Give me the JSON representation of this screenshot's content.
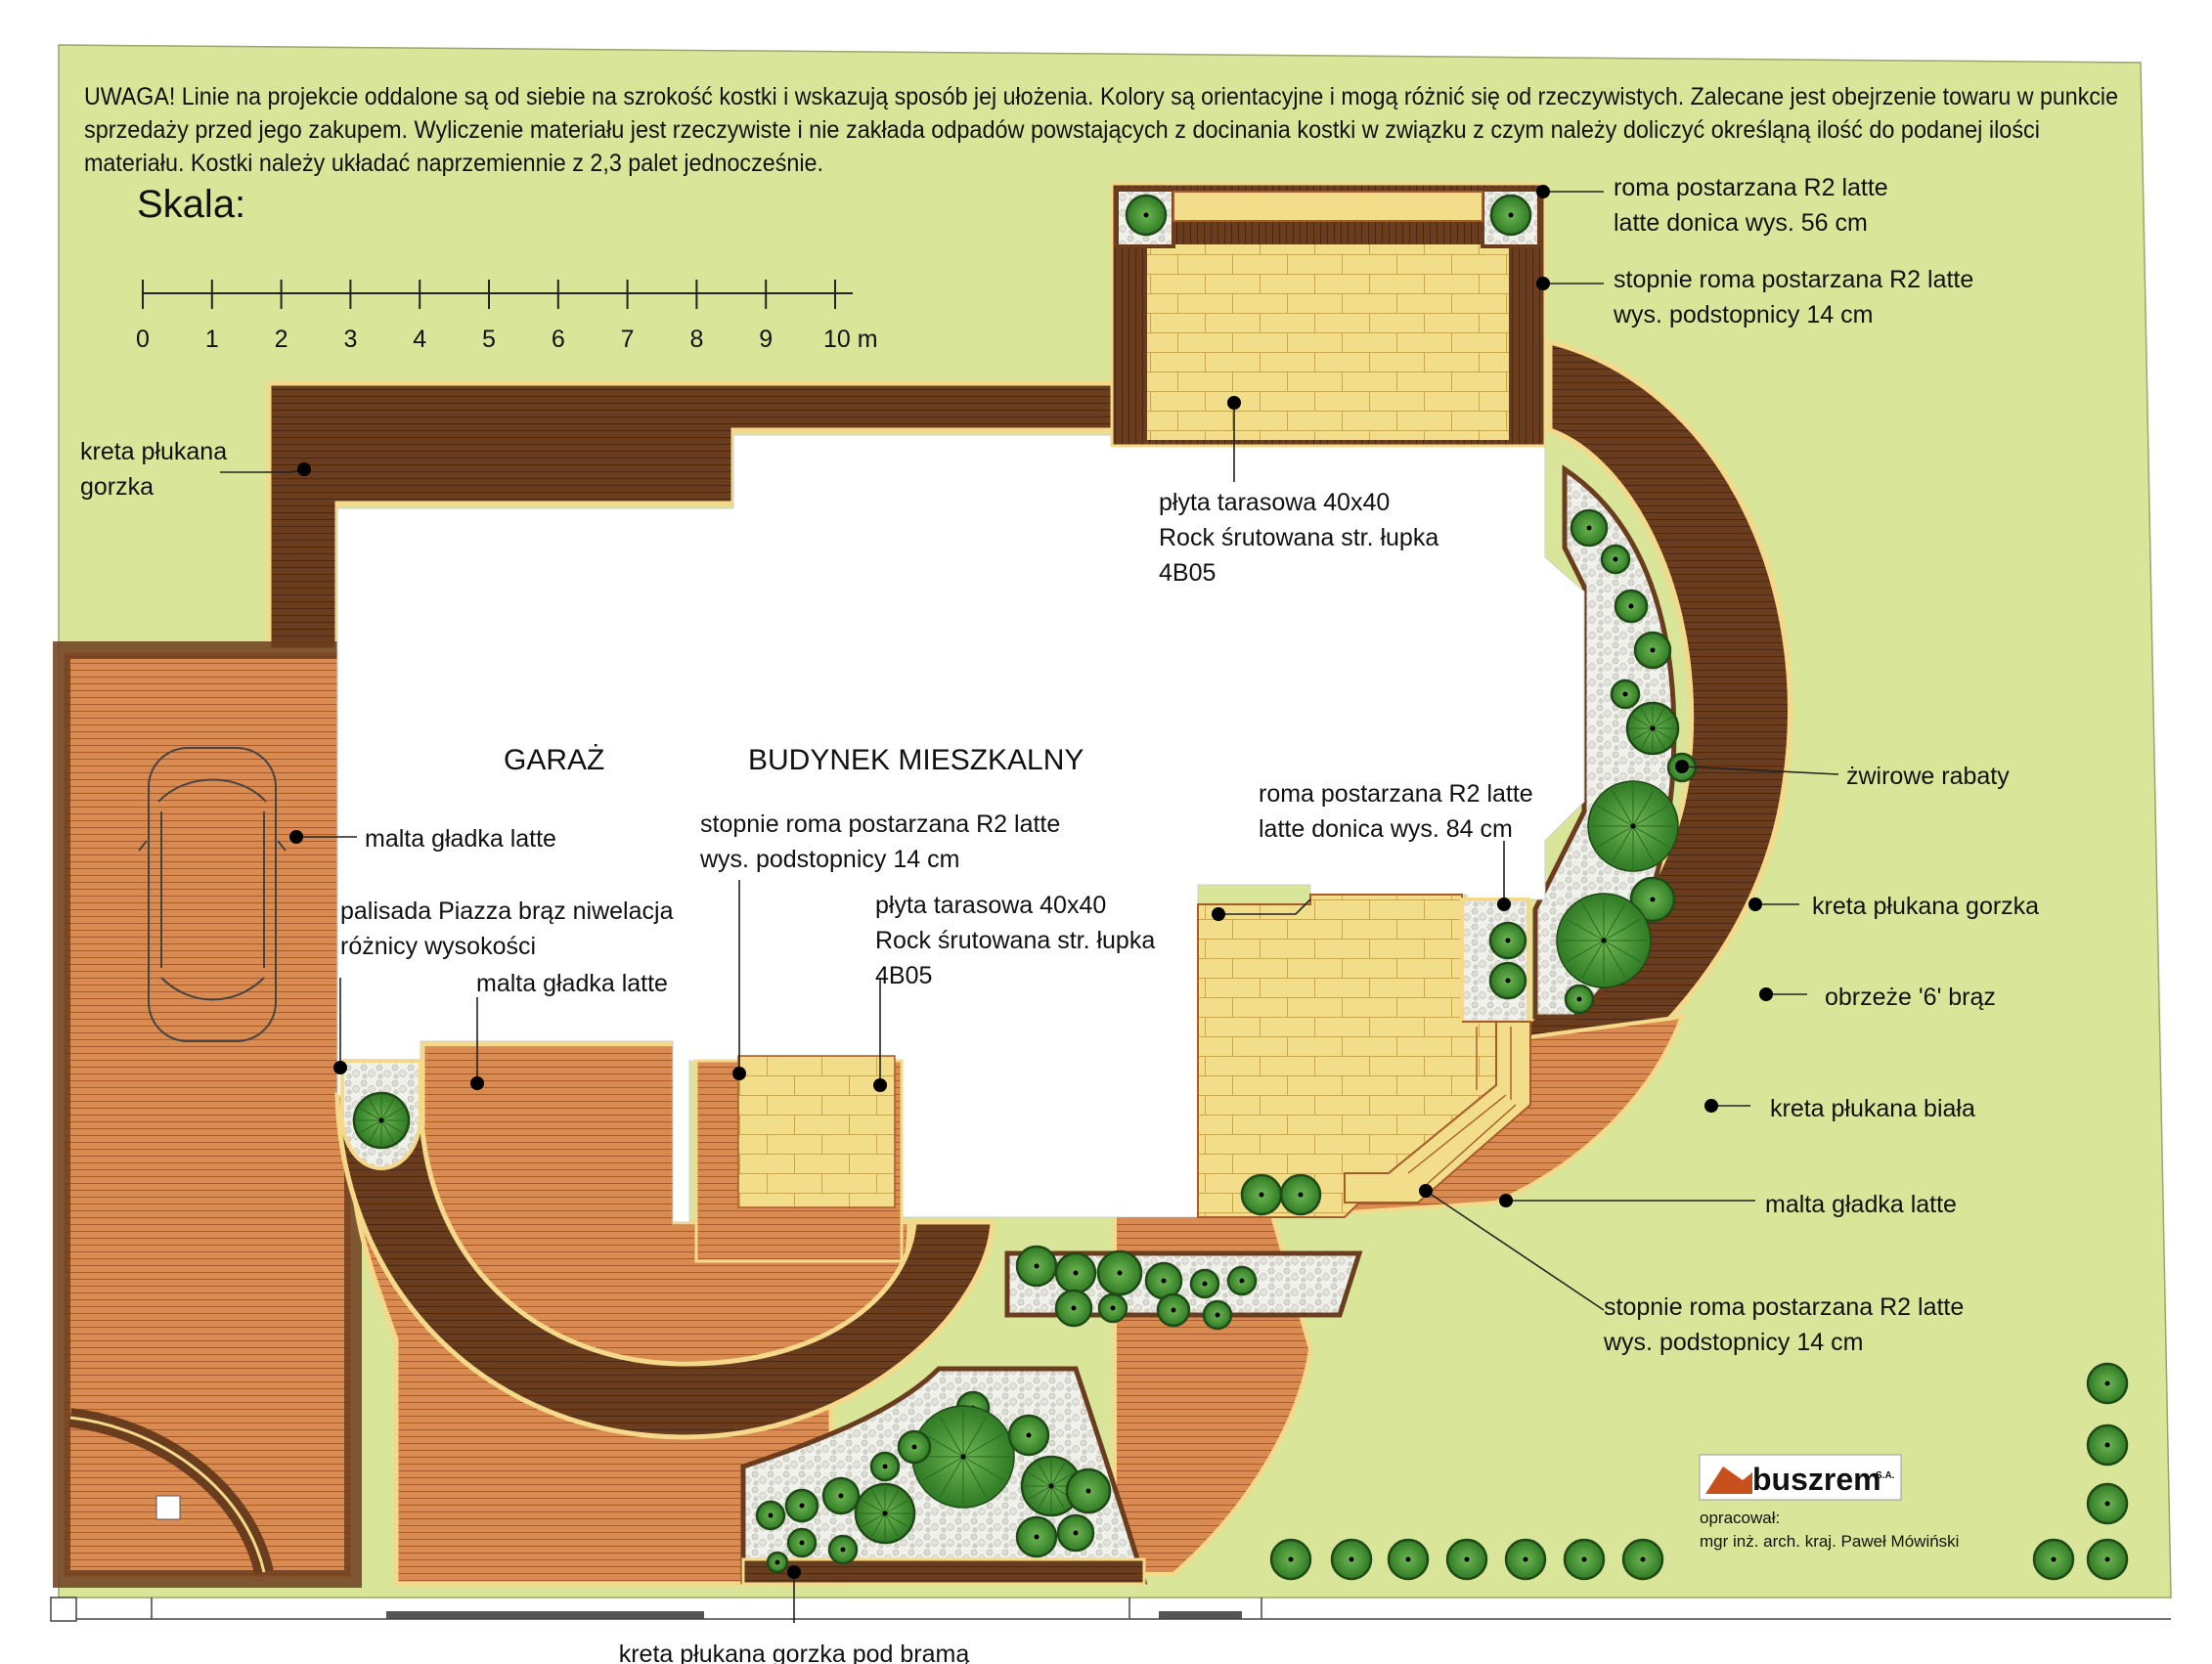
{
  "note_lines": [
    "UWAGA! Linie na projekcie oddalone są od siebie na szrokość kostki i wskazują sposób jej ułożenia. Kolory są orientacyjne i mogą różnić się od rzeczywistych. Zalecane jest obejrzenie towaru w punkcie",
    "sprzedaży przed jego zakupem. Wyliczenie materiału jest rzeczywiste i nie zakłada odpadów powstających z docinania kostki w związku z czym należy doliczyć określąną ilość do podanej ilości",
    "materiału. Kostki należy układać naprzemiennie z 2,3 palet jednocześnie."
  ],
  "scale": {
    "title": "Skala:",
    "ticks": [
      "0",
      "1",
      "2",
      "3",
      "4",
      "5",
      "6",
      "7",
      "8",
      "9",
      "10 m"
    ]
  },
  "buildings": {
    "garage": "GARAŻ",
    "house": "BUDYNEK MIESZKALNY"
  },
  "labels": {
    "kreta_left": [
      "kreta płukana",
      "gorzka"
    ],
    "roma_top": [
      "roma postarzana R2 latte",
      "latte donica wys. 56 cm"
    ],
    "stopnie_top": [
      "stopnie roma postarzana R2 latte",
      "wys. podstopnicy 14 cm"
    ],
    "plyta_top": [
      "płyta tarasowa 40x40",
      "Rock śrutowana str. łupka",
      "4B05"
    ],
    "malta_driveway": "malta gładka latte",
    "stopnie_mid": [
      "stopnie roma postarzana R2 latte",
      "wys. podstopnicy 14 cm"
    ],
    "plyta_mid": [
      "płyta tarasowa 40x40",
      "Rock śrutowana str. łupka",
      "4B05"
    ],
    "palisada": [
      "palisada Piazza brąz niwelacja",
      "różnicy wysokości"
    ],
    "malta_center": "malta gładka latte",
    "roma_mid": [
      "roma postarzana R2 latte",
      "latte donica wys. 84 cm"
    ],
    "zwirowe": "żwirowe rabaty",
    "kreta_gorzka": "kreta płukana gorzka",
    "obrzeze": "obrzeże '6' brąz",
    "kreta_biala": "kreta płukana biała",
    "malta_right": "malta gładka latte",
    "stopnie_bottom": [
      "stopnie roma postarzana R2 latte",
      "wys. podstopnicy 14 cm"
    ],
    "kreta_brama": "kreta płukana gorzka pod bramą"
  },
  "logo": {
    "name": "buszrem",
    "suffix": "S.A.",
    "author_label": "opracował:",
    "author": "mgr inż. arch. kraj. Paweł Mówiński"
  },
  "colors": {
    "lawn": "#d9e69a",
    "dark_brown": "#6b3d1f",
    "malta": "#d98b52",
    "tile": "#f2dd8a",
    "plant": "#3e8a2e"
  }
}
